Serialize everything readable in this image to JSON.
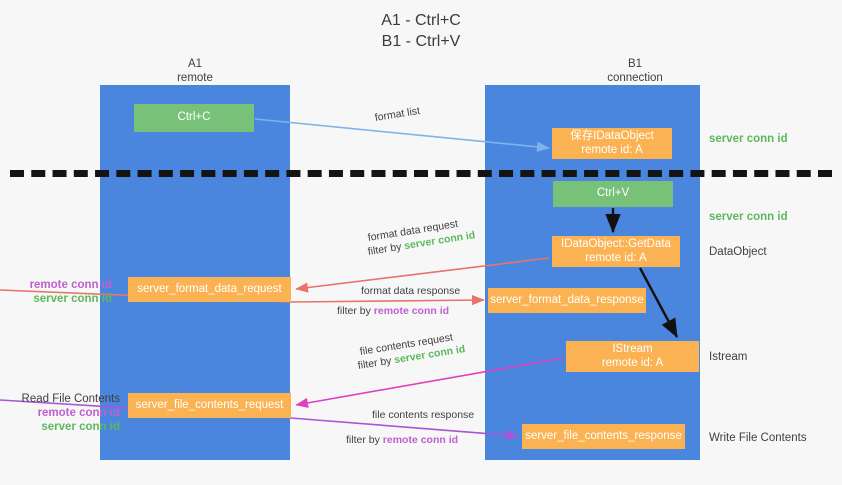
{
  "title": "A1 - Ctrl+C\nB1 - Ctrl+V",
  "columns": {
    "a1": "A1\nremote",
    "b1": "B1\nconnection"
  },
  "nodes": {
    "ctrl_c": "Ctrl+C",
    "save_dataobject": "保存IDataObject\nremote id: A",
    "ctrl_v": "Ctrl+V",
    "getdata": "IDataObject::GetData\nremote id: A",
    "server_format_data_request": "server_format_data_request",
    "server_format_data_response": "server_format_data_response",
    "istream": "IStream\nremote id: A",
    "server_file_contents_request": "server_file_contents_request",
    "server_file_contents_response": "server_file_contents_response"
  },
  "edges": {
    "format_list": "format list",
    "format_data_request": "format data request",
    "format_data_request_filter_prefix": "filter by ",
    "format_data_request_filter_key": "server conn id",
    "format_data_response": "format data response",
    "format_data_response_filter_prefix": "filter by ",
    "format_data_response_filter_key": "remote conn id",
    "file_contents_request": "file contents request",
    "file_contents_request_filter_prefix": "filter by ",
    "file_contents_request_filter_key": "server conn id",
    "file_contents_response": "file contents response",
    "file_contents_response_filter_prefix": "filter by ",
    "file_contents_response_filter_key": "remote conn id"
  },
  "right_labels": {
    "server_conn_id_top": "server conn id",
    "server_conn_id_mid": "server conn id",
    "dataobject": "DataObject",
    "istream": "Istream",
    "write_file_contents": "Write File Contents"
  },
  "left_labels": {
    "remote_conn_id_1": "remote conn id",
    "server_conn_id_1": "server conn id",
    "read_file_contents": "Read File Contents",
    "remote_conn_id_2": "remote conn id",
    "server_conn_id_2": "server conn id"
  },
  "colors": {
    "lane": "#4a86de",
    "green_node": "#77c178",
    "orange_node": "#fbb252",
    "server_conn_id": "#5cb85c",
    "remote_conn_id": "#c05fd0",
    "arrow_blue": "#7fb4e8",
    "arrow_red": "#e8736a",
    "arrow_magenta": "#e040c0",
    "arrow_purple": "#a855d6",
    "arrow_black": "#111111",
    "background": "#f7f7f7"
  }
}
